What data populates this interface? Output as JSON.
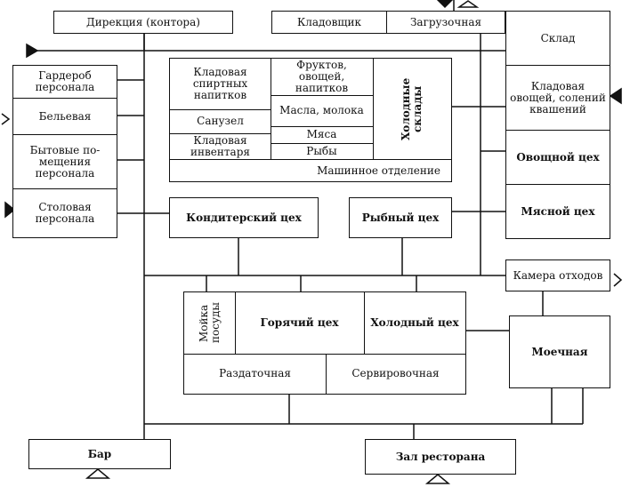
{
  "rooms": {
    "direction": "Дирекция (контора)",
    "storekeeper": "Кладовщик",
    "loading": "Загрузочная",
    "warehouse": "Склад",
    "veg_storage": "Кладовая овощей, солений квашений",
    "veg_shop": "Овощной цех",
    "meat_shop": "Мясной цех",
    "wardrobe": "Гардероб персонала",
    "linen": "Бельевая",
    "household": "Бытовые по-мещения персонала",
    "staff_canteen": "Столовая персонала",
    "spirits_storage": "Кладовая спиртных напитков",
    "fruit_storage": "Фруктов, овощей, напитков",
    "butter_milk": "Масла, молока",
    "meat_cold": "Мяса",
    "fish_cold": "Рыбы",
    "cold_stores": "Холодные склады",
    "restroom": "Санузел",
    "inventory": "Кладовая инвентаря",
    "machine_room": "Машинное отделение",
    "confectionery": "Кондитерский цех",
    "fish_shop": "Рыбный цех",
    "waste_chamber": "Камера отходов",
    "dish_wash": "Мойка посуды",
    "hot_shop": "Горячий цех",
    "cold_shop": "Холодный цех",
    "washing": "Моечная",
    "distribution": "Раздаточная",
    "serving": "Сервировочная",
    "bar": "Бар",
    "restaurant_hall": "Зал ресторана"
  }
}
